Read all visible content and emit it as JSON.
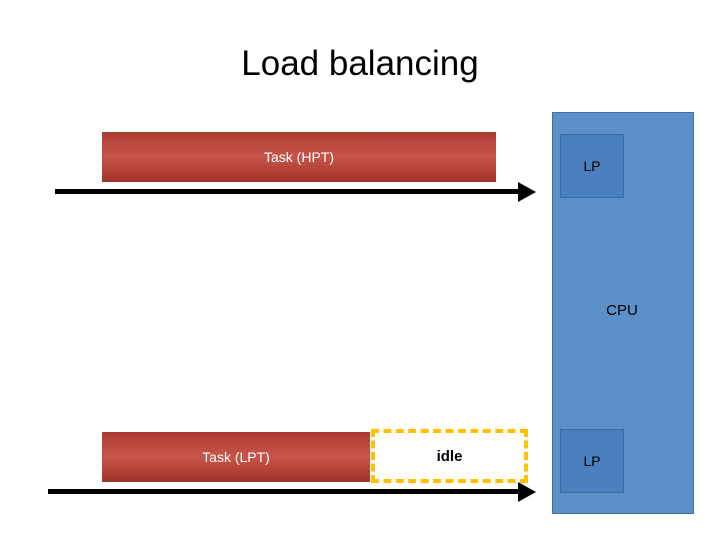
{
  "slide": {
    "title": "Load balancing",
    "cpu": {
      "label": "CPU",
      "lp_top_label": "LP",
      "lp_bottom_label": "LP",
      "panel_color": "#5b90c8",
      "lp_color": "#4a80bd"
    },
    "timeline_top": {
      "task_label": "Task (HPT)",
      "task_color": "#b8453c"
    },
    "timeline_bottom": {
      "task_label": "Task (LPT)",
      "task_color": "#b8453c",
      "idle_label": "idle",
      "idle_border_color": "#ffc000"
    },
    "arrow_color": "#000000"
  }
}
